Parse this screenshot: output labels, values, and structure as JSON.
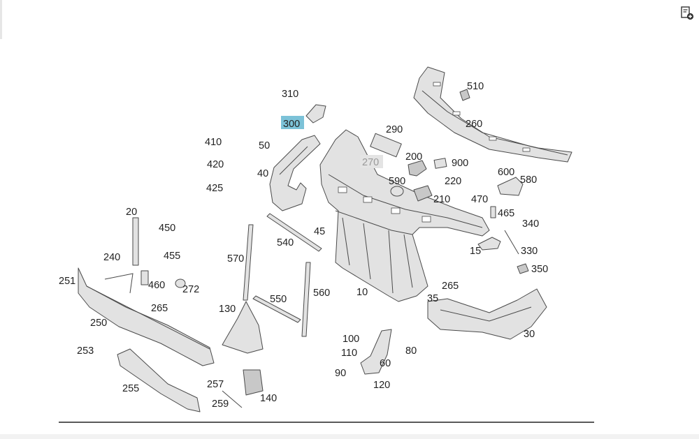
{
  "toolbar": {
    "tool_icon": "add-to-cart-icon"
  },
  "callouts": [
    {
      "id": "310",
      "text": "310"
    },
    {
      "id": "300",
      "text": "300",
      "state": "highlighted"
    },
    {
      "id": "290",
      "text": "290"
    },
    {
      "id": "270",
      "text": "270",
      "state": "dimmed"
    },
    {
      "id": "200",
      "text": "200"
    },
    {
      "id": "900",
      "text": "900"
    },
    {
      "id": "510",
      "text": "510"
    },
    {
      "id": "260",
      "text": "260"
    },
    {
      "id": "410",
      "text": "410"
    },
    {
      "id": "420",
      "text": "420"
    },
    {
      "id": "425",
      "text": "425"
    },
    {
      "id": "50",
      "text": "50"
    },
    {
      "id": "40",
      "text": "40"
    },
    {
      "id": "590",
      "text": "590"
    },
    {
      "id": "220",
      "text": "220"
    },
    {
      "id": "210",
      "text": "210"
    },
    {
      "id": "600",
      "text": "600"
    },
    {
      "id": "580",
      "text": "580"
    },
    {
      "id": "470",
      "text": "470"
    },
    {
      "id": "465",
      "text": "465"
    },
    {
      "id": "340",
      "text": "340"
    },
    {
      "id": "330",
      "text": "330"
    },
    {
      "id": "350",
      "text": "350"
    },
    {
      "id": "15",
      "text": "15"
    },
    {
      "id": "20",
      "text": "20"
    },
    {
      "id": "450",
      "text": "450"
    },
    {
      "id": "455",
      "text": "455"
    },
    {
      "id": "240",
      "text": "240"
    },
    {
      "id": "460",
      "text": "460"
    },
    {
      "id": "272",
      "text": "272"
    },
    {
      "id": "251",
      "text": "251"
    },
    {
      "id": "250",
      "text": "250"
    },
    {
      "id": "265a",
      "text": "265"
    },
    {
      "id": "253",
      "text": "253"
    },
    {
      "id": "255",
      "text": "255"
    },
    {
      "id": "570",
      "text": "570"
    },
    {
      "id": "540",
      "text": "540"
    },
    {
      "id": "45",
      "text": "45"
    },
    {
      "id": "550",
      "text": "550"
    },
    {
      "id": "560",
      "text": "560"
    },
    {
      "id": "130",
      "text": "130"
    },
    {
      "id": "10",
      "text": "10"
    },
    {
      "id": "265b",
      "text": "265"
    },
    {
      "id": "35",
      "text": "35"
    },
    {
      "id": "30",
      "text": "30"
    },
    {
      "id": "100",
      "text": "100"
    },
    {
      "id": "110",
      "text": "110"
    },
    {
      "id": "80",
      "text": "80"
    },
    {
      "id": "60",
      "text": "60"
    },
    {
      "id": "90",
      "text": "90"
    },
    {
      "id": "120",
      "text": "120"
    },
    {
      "id": "257",
      "text": "257"
    },
    {
      "id": "259",
      "text": "259"
    },
    {
      "id": "140",
      "text": "140"
    }
  ]
}
